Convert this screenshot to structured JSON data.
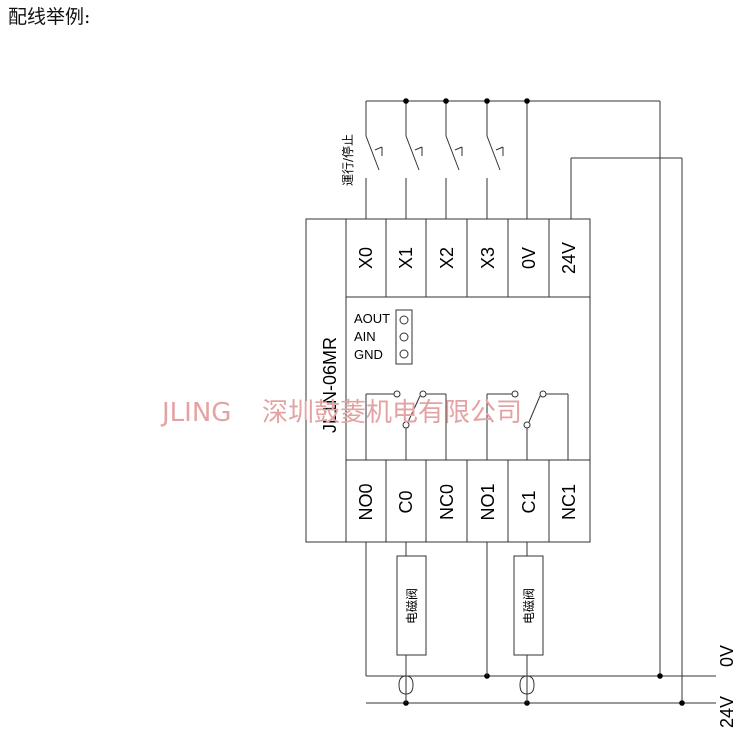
{
  "title": "配线举例:",
  "switch_label": "運行/停止",
  "model": "JL1N-06MR",
  "inputs": [
    "X0",
    "X1",
    "X2",
    "X3",
    "0V",
    "24V"
  ],
  "outputs": [
    "NO0",
    "C0",
    "NC0",
    "NO1",
    "C1",
    "NC1"
  ],
  "analog": [
    "AOUT",
    "AIN",
    "GND"
  ],
  "load_label": "电磁阀",
  "rail_0v": "0V",
  "rail_24v": "24V",
  "watermark_brand": "JLING",
  "watermark_company": "深圳鼓菱机电有限公司"
}
